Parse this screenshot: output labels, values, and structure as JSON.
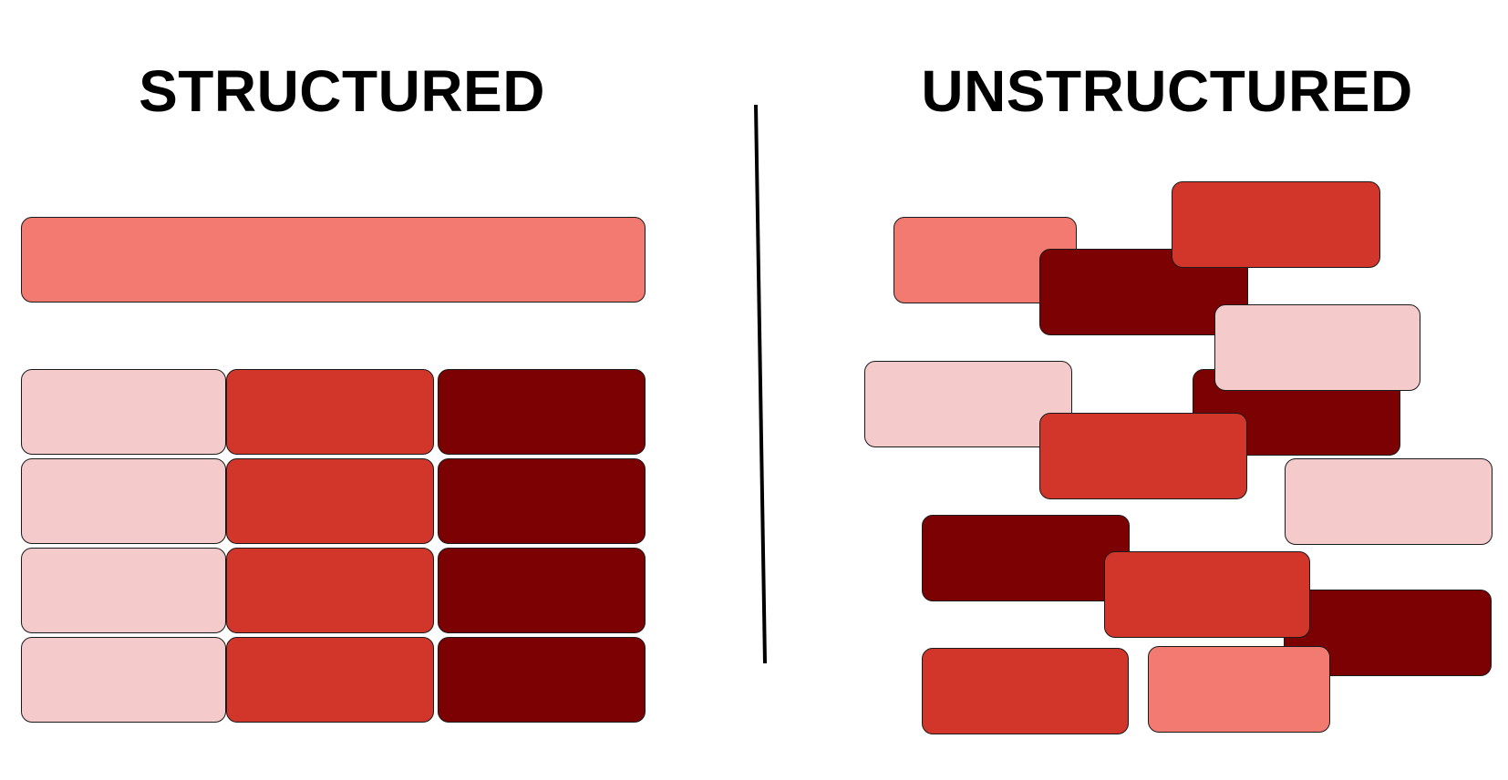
{
  "headings": {
    "structured": "STRUCTURED",
    "unstructured": "UNSTRUCTURED"
  },
  "colors": {
    "salmon": "#f27a70",
    "pale_pink": "#f4cacb",
    "red": "#d2352a",
    "maroon": "#7b0102",
    "outline": "#1a1a1a",
    "divider": "#000000"
  },
  "structured": {
    "header_bar_color": "salmon",
    "grid_rows": 4,
    "grid_columns": [
      "pale_pink",
      "red",
      "maroon"
    ]
  },
  "unstructured": {
    "block_colors": [
      "salmon",
      "maroon",
      "red",
      "maroon",
      "pale_pink",
      "pale_pink",
      "red",
      "pale_pink",
      "maroon",
      "maroon",
      "red",
      "red",
      "salmon"
    ]
  }
}
